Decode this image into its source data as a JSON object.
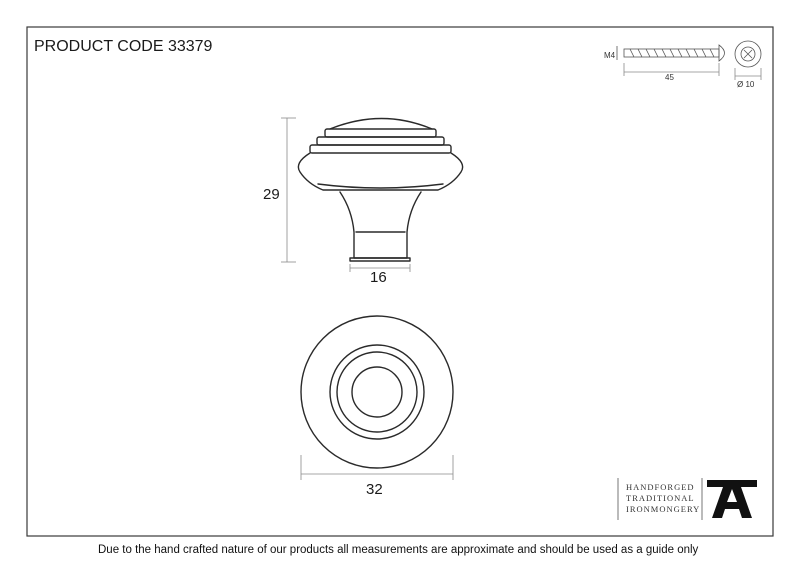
{
  "product_code": "PRODUCT CODE 33379",
  "screw": {
    "thread": "M4",
    "length": "45",
    "head_diameter": "Ø 10"
  },
  "dimensions": {
    "height": "29",
    "base_width": "16",
    "diameter": "32"
  },
  "brand": {
    "line1": "HANDFORGED",
    "line2": "TRADITIONAL",
    "line3": "IRONMONGERY",
    "mark": "A"
  },
  "footer": "Due to the hand crafted nature of our products all measurements are approximate and should be used as a guide only"
}
